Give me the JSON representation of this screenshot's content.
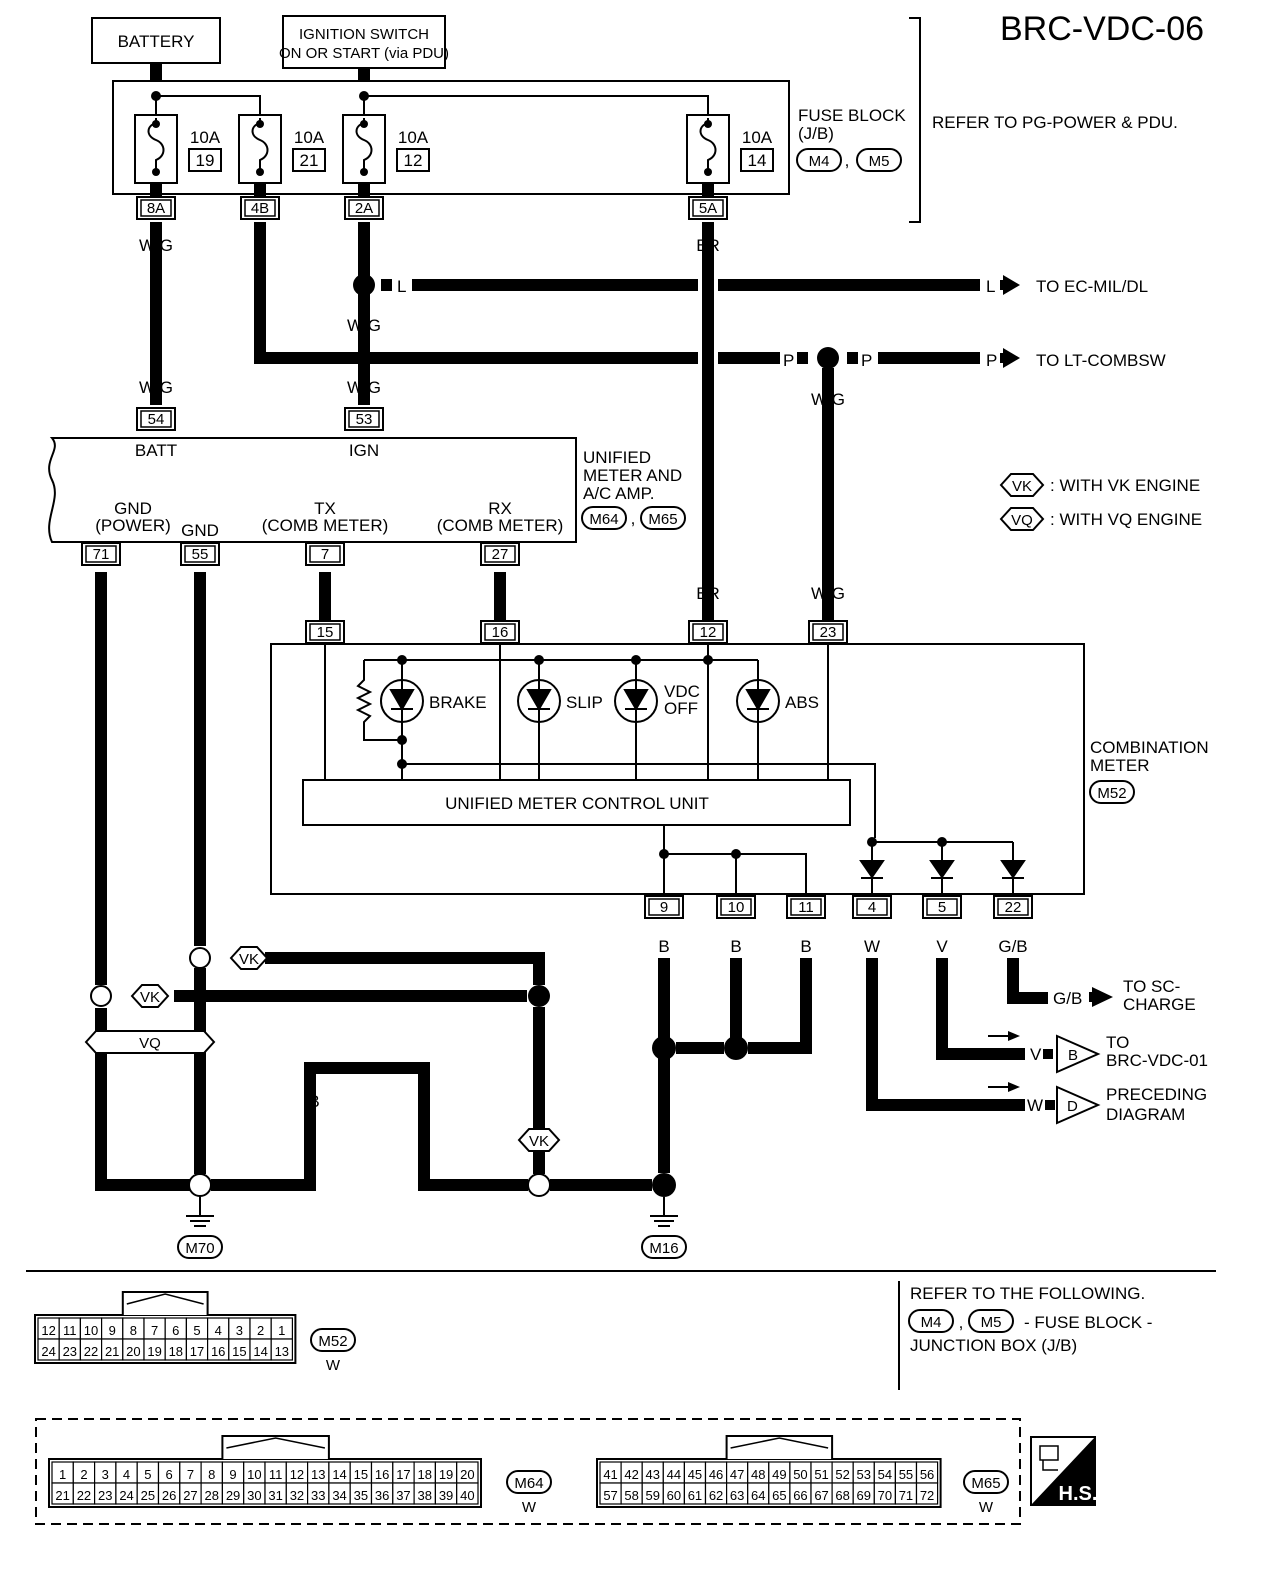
{
  "page_id": "BRC-VDC-06",
  "battery": "BATTERY",
  "ignition": [
    "IGNITION SWITCH",
    "ON OR START (via PDU)"
  ],
  "fuse_block": {
    "title": [
      "FUSE BLOCK",
      "(J/B)"
    ],
    "connectors": [
      "M4",
      "M5"
    ],
    "refer": "REFER TO PG-POWER & PDU.",
    "fuses": [
      {
        "amp": "10A",
        "num": "19",
        "pin": "8A",
        "wire": "W/G"
      },
      {
        "amp": "10A",
        "num": "21",
        "pin": "4B",
        "wire": "P"
      },
      {
        "amp": "10A",
        "num": "12",
        "pin": "2A",
        "wire": "L"
      },
      {
        "amp": "10A",
        "num": "14",
        "pin": "5A",
        "wire": "BR"
      }
    ]
  },
  "wire_labels": {
    "L": "L",
    "P": "P",
    "WG": "W/G",
    "BR": "BR",
    "B": "B",
    "R": "R",
    "G": "G",
    "W": "W",
    "V": "V",
    "GB": "G/B"
  },
  "destinations": {
    "ec_mil": "TO EC-MIL/DL",
    "lt_combsw": "TO LT-COMBSW",
    "sc_charge": [
      "TO SC-",
      "CHARGE"
    ],
    "brc_vdc_01": [
      "TO",
      "BRC-VDC-01"
    ],
    "preceding": [
      "PRECEDING",
      "DIAGRAM"
    ]
  },
  "legend": {
    "vk": {
      "tag": "VK",
      "text": ": WITH VK ENGINE"
    },
    "vq": {
      "tag": "VQ",
      "text": ": WITH VQ ENGINE"
    }
  },
  "unified_meter": {
    "title": [
      "UNIFIED",
      "METER AND",
      "A/C AMP."
    ],
    "connectors": [
      "M64",
      "M65"
    ],
    "pins_top": [
      {
        "pin": "54",
        "label": "BATT"
      },
      {
        "pin": "53",
        "label": "IGN"
      }
    ],
    "labels_bottom": {
      "gnd_power": [
        "GND",
        "(POWER)"
      ],
      "gnd": "GND",
      "tx": [
        "TX",
        "(COMB METER)"
      ],
      "rx": [
        "RX",
        "(COMB METER)"
      ]
    },
    "pins_bottom": [
      "71",
      "55",
      "7",
      "27"
    ]
  },
  "combination_meter": {
    "title": [
      "COMBINATION",
      "METER"
    ],
    "connector": "M52",
    "pins_top": [
      "15",
      "16",
      "12",
      "23"
    ],
    "lamps": {
      "brake": "BRAKE",
      "slip": "SLIP",
      "vdc": [
        "VDC",
        "OFF"
      ],
      "abs": "ABS"
    },
    "control_unit": "UNIFIED METER CONTROL UNIT",
    "pins_bottom": [
      "9",
      "10",
      "11",
      "4",
      "5",
      "22"
    ]
  },
  "splice_tags": {
    "B": "B",
    "D": "D"
  },
  "grounds": [
    "M70",
    "M16"
  ],
  "bottom": {
    "refer": [
      "REFER TO THE FOLLOWING.",
      "- FUSE BLOCK -",
      "JUNCTION BOX (J/B)"
    ],
    "refer_connectors": [
      "M4",
      "M5"
    ],
    "m52": {
      "name": "M52",
      "color": "W",
      "row1": [
        "12",
        "11",
        "10",
        "9",
        "8",
        "7",
        "6",
        "5",
        "4",
        "3",
        "2",
        "1"
      ],
      "row2": [
        "24",
        "23",
        "22",
        "21",
        "20",
        "19",
        "18",
        "17",
        "16",
        "15",
        "14",
        "13"
      ]
    },
    "m64": {
      "name": "M64",
      "color": "W",
      "row1": [
        "1",
        "2",
        "3",
        "4",
        "5",
        "6",
        "7",
        "8",
        "9",
        "10",
        "11",
        "12",
        "13",
        "14",
        "15",
        "16",
        "17",
        "18",
        "19",
        "20"
      ],
      "row2": [
        "21",
        "22",
        "23",
        "24",
        "25",
        "26",
        "27",
        "28",
        "29",
        "30",
        "31",
        "32",
        "33",
        "34",
        "35",
        "36",
        "37",
        "38",
        "39",
        "40"
      ]
    },
    "m65": {
      "name": "M65",
      "color": "W",
      "row1": [
        "41",
        "42",
        "43",
        "44",
        "45",
        "46",
        "47",
        "48",
        "49",
        "50",
        "51",
        "52",
        "53",
        "54",
        "55",
        "56"
      ],
      "row2": [
        "57",
        "58",
        "59",
        "60",
        "61",
        "62",
        "63",
        "64",
        "65",
        "66",
        "67",
        "68",
        "69",
        "70",
        "71",
        "72"
      ]
    },
    "hs": "H.S."
  }
}
